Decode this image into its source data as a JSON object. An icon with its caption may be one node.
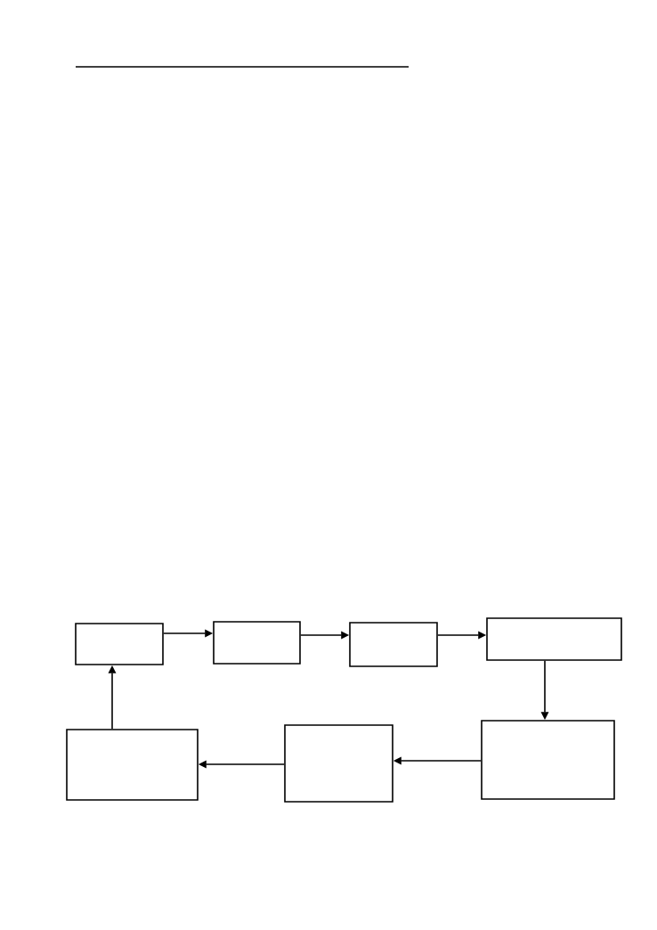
{
  "diagram": {
    "nodes": [
      {
        "text": [],
        "shape": "box"
      },
      {
        "text": [],
        "shape": "box"
      },
      {
        "text": [],
        "shape": "box"
      },
      {
        "text": [],
        "shape": "box"
      },
      {
        "text": [],
        "shape": "box"
      },
      {
        "text": [],
        "shape": "box"
      },
      {
        "text": [],
        "shape": "box"
      }
    ],
    "edges": [
      {
        "from": 0,
        "to": 1,
        "arrow": "to"
      },
      {
        "from": 1,
        "to": 2,
        "arrow": "to"
      },
      {
        "from": 2,
        "to": 3,
        "arrow": "to"
      },
      {
        "from": 3,
        "to": 6,
        "arrow": "to"
      },
      {
        "from": 6,
        "to": 5,
        "arrow": "to"
      },
      {
        "from": 5,
        "to": 4,
        "arrow": "to"
      },
      {
        "from": 4,
        "to": 0,
        "arrow": "to"
      }
    ]
  }
}
